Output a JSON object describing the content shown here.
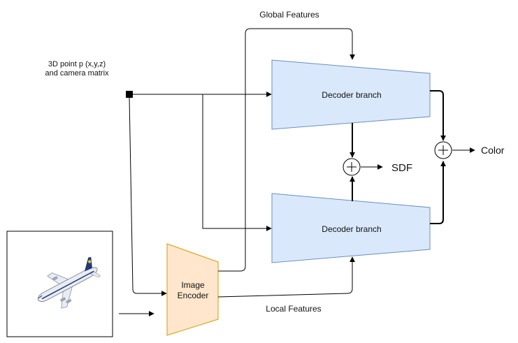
{
  "labels": {
    "input_point_line1": "3D point p (x,y,z)",
    "input_point_line2": "and camera matrix",
    "global_features": "Global Features",
    "local_features": "Local Features",
    "decoder_top": "Decoder branch",
    "decoder_bottom": "Decoder branch",
    "encoder_line1": "Image",
    "encoder_line2": "Encoder",
    "sdf_output": "SDF",
    "color_output": "Color"
  },
  "colors": {
    "decoder_fill": "#dae8fc",
    "decoder_stroke": "#6c8ebf",
    "encoder_fill": "#ffe6cc",
    "encoder_stroke": "#d79b00",
    "airplane_body": "#e9ecf2",
    "airplane_tail": "#1e3a78",
    "airplane_accent": "#f2c230"
  },
  "icons": {
    "input_image": "airplane-image",
    "sum_operator": "circled-plus-icon"
  }
}
